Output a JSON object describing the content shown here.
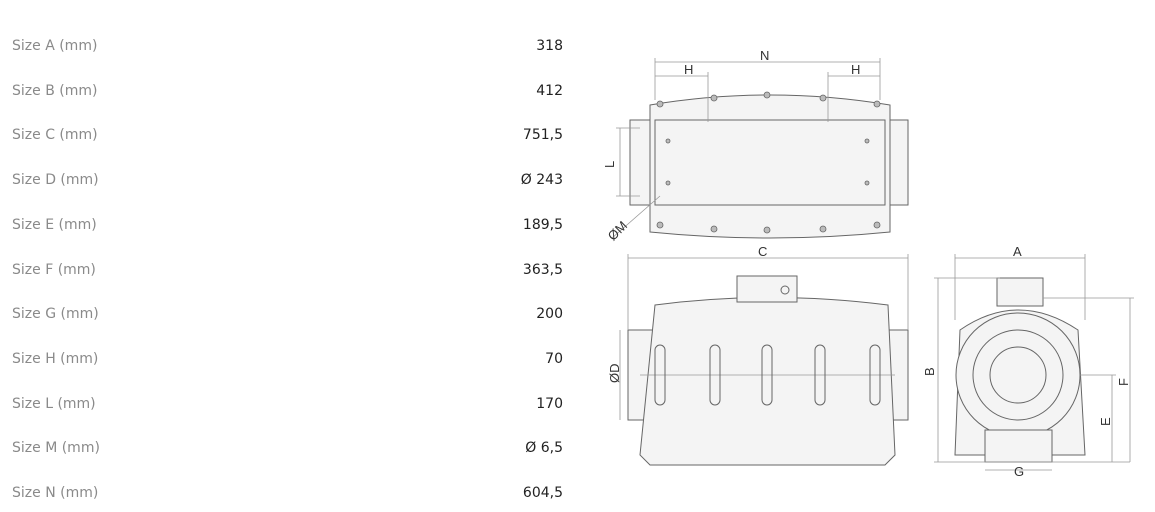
{
  "specs": [
    {
      "label": "Size A (mm)",
      "value": "318"
    },
    {
      "label": "Size B (mm)",
      "value": "412"
    },
    {
      "label": "Size C (mm)",
      "value": "751,5"
    },
    {
      "label": "Size D (mm)",
      "value": "Ø 243"
    },
    {
      "label": "Size E (mm)",
      "value": "189,5"
    },
    {
      "label": "Size F (mm)",
      "value": "363,5"
    },
    {
      "label": "Size G (mm)",
      "value": "200"
    },
    {
      "label": "Size H (mm)",
      "value": "70"
    },
    {
      "label": "Size L (mm)",
      "value": "170"
    },
    {
      "label": "Size M (mm)",
      "value": "Ø 6,5"
    },
    {
      "label": "Size N (mm)",
      "value": "604,5"
    }
  ],
  "drawing": {
    "N": "N",
    "H": "H",
    "L": "L",
    "M": "ØM",
    "C": "C",
    "D": "ØD",
    "A": "A",
    "B": "B",
    "F": "F",
    "E": "E",
    "G": "G"
  }
}
